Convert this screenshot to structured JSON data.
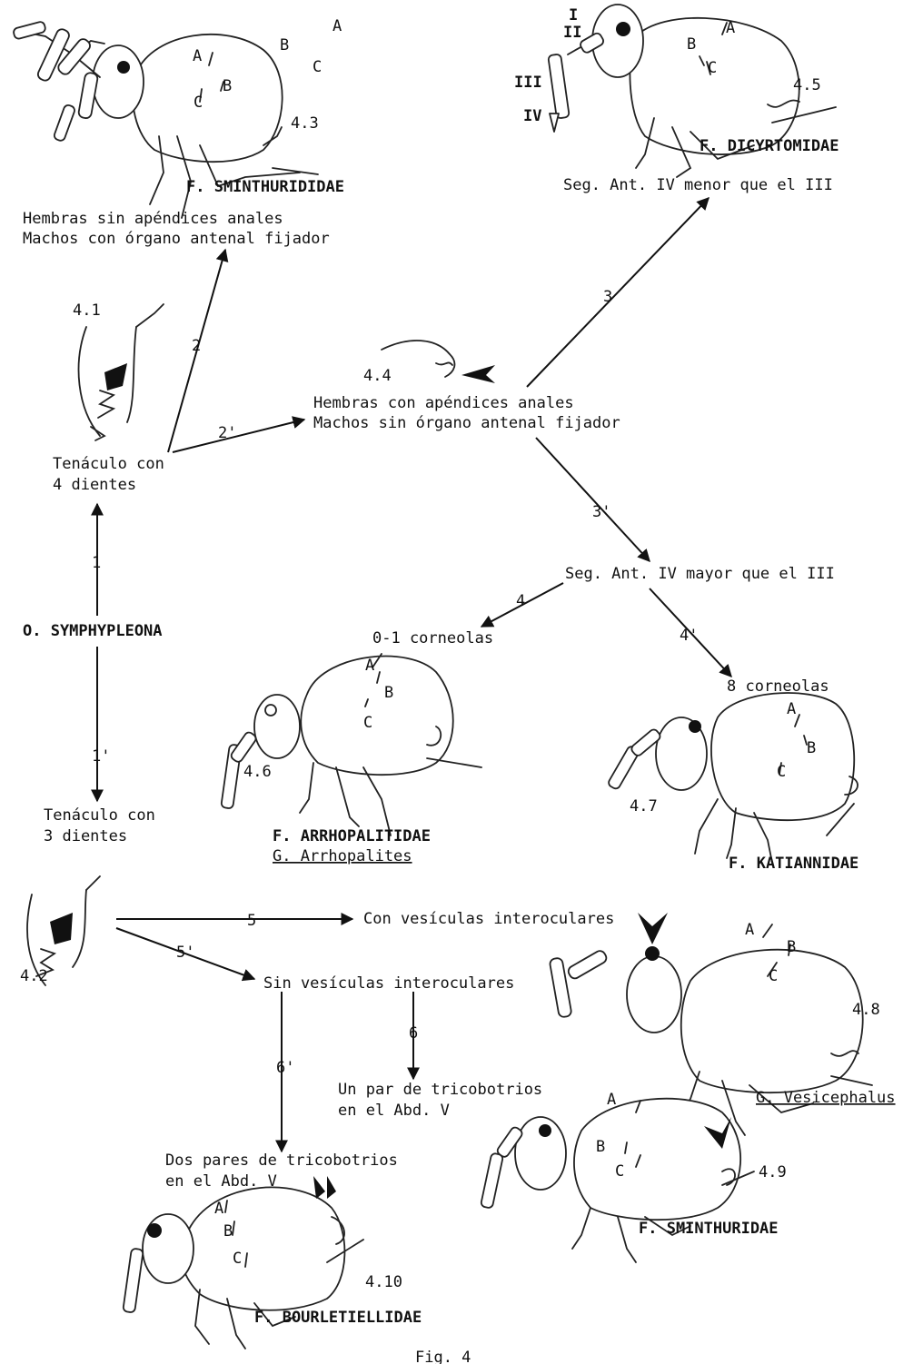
{
  "families": {
    "sminthurididae": "F. SMINTHURIDIDAE",
    "dicyrtomidae": "F. DICYRTOMIDAE",
    "arrhopalitidae": "F. ARRHOPALITIDAE",
    "arrhopalites_genus": "G. Arrhopalites",
    "katiannidae": "F. KATIANNIDAE",
    "vesicephalus_genus": "G. Vesicephalus",
    "sminthuridae": "F. SMINTHURIDAE",
    "bourletiellidae": "F. BOURLETIELLIDAE"
  },
  "statements": {
    "hembras_sin_1": "Hembras sin apéndices anales",
    "hembras_sin_2": "Machos con órgano antenal fijador",
    "seg_menor": "Seg. Ant. IV menor que el III",
    "hembras_con_1": "Hembras con apéndices anales",
    "hembras_con_2": "Machos sin órgano antenal fijador",
    "tenaculo4_1": "Tenáculo con",
    "tenaculo4_2": "4 dientes",
    "seg_mayor": "Seg. Ant. IV mayor que el III",
    "corneolas_01": "0-1 corneolas",
    "corneolas_8": "8 corneolas",
    "order": "O. SYMPHYPLEONA",
    "tenaculo3_1": "Tenáculo con",
    "tenaculo3_2": "3 dientes",
    "con_vesiculas": "Con vesículas interoculares",
    "sin_vesiculas": "Sin vesículas interoculares",
    "un_par_1": "Un par de tricobotrios",
    "un_par_2": "en el Abd. V",
    "dos_pares_1": "Dos pares de tricobotrios",
    "dos_pares_2": "en el Abd. V"
  },
  "figure_numbers": [
    "4.1",
    "4.2",
    "4.3",
    "4.4",
    "4.5",
    "4.6",
    "4.7",
    "4.8",
    "4.9",
    "4.10"
  ],
  "step_labels": [
    "1",
    "1'",
    "2",
    "2'",
    "3",
    "3'",
    "4",
    "4'",
    "5",
    "5'",
    "6",
    "6'"
  ],
  "letters": {
    "a": "A",
    "b": "B",
    "c": "C"
  },
  "antenna_segments": [
    "I",
    "II",
    "III",
    "IV"
  ],
  "caption": "Fig. 4"
}
